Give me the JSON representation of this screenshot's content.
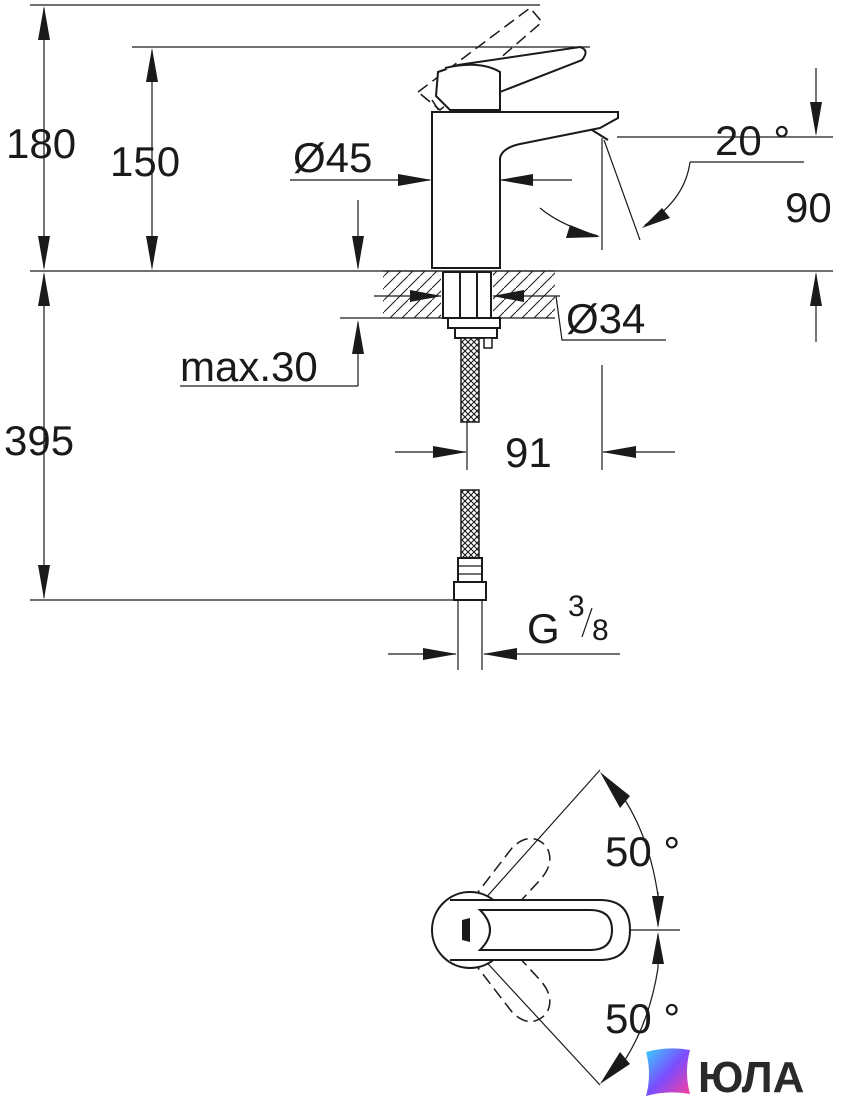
{
  "dimensions": {
    "height_total": "180",
    "height_spout": "150",
    "body_diameter": "Ø45",
    "spout_angle": "20 °",
    "spout_offset": "90",
    "hole_diameter": "Ø34",
    "max_thickness": "max.30",
    "hose_length": "395",
    "reach": "91",
    "thread_prefix": "G",
    "thread_num": "3",
    "thread_den": "8",
    "rotation_upper": "50 °",
    "rotation_lower": "50 °"
  },
  "watermark": {
    "text": "ЮЛА"
  }
}
